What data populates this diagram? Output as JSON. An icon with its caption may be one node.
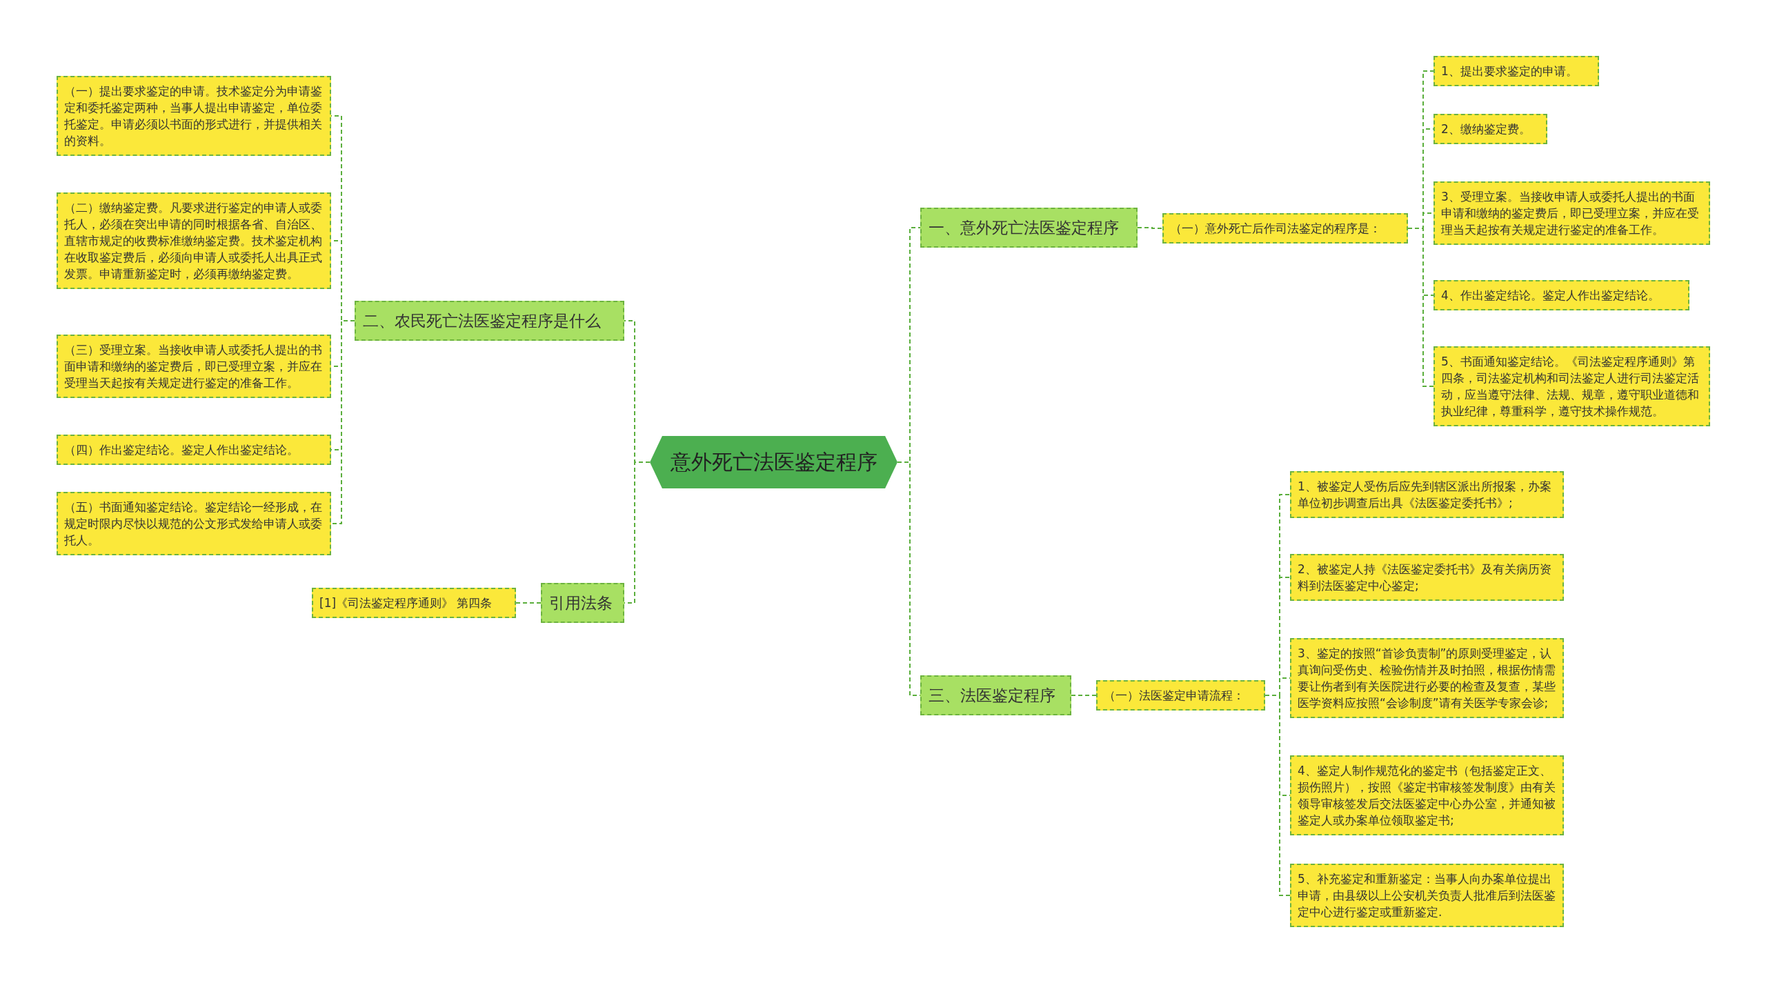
{
  "diagram": {
    "nodes": [
      {
        "text": [
          "意外死亡法医鉴定程序"
        ]
      },
      {
        "text": [
          "一、意外死亡法医鉴定程序"
        ]
      },
      {
        "text": [
          "（一）意外死亡后作司法鉴定的程序是："
        ]
      },
      {
        "text": [
          "1、提出要求鉴定的申请。"
        ]
      },
      {
        "text": [
          "2、缴纳鉴定费。"
        ]
      },
      {
        "text": [
          "3、受理立案。当接收申请人或委托人提出的书面申请和缴纳的鉴定费后，即已受理立案，并应在受理当天起按有关规定进行鉴定的准备工作。"
        ]
      },
      {
        "text": [
          "4、作出鉴定结论。鉴定人作出鉴定结论。"
        ]
      },
      {
        "text": [
          "5、书面通知鉴定结论。《司法鉴定程序通则》第四条，司法鉴定机构和司法鉴定人进行司法鉴定活动，应当遵守法律、法规、规章，遵守职业道德和执业纪律，尊重科学，遵守技术操作规范。"
        ]
      },
      {
        "text": [
          "二、农民死亡法医鉴定程序是什么"
        ]
      },
      {
        "text": [
          "（一）提出要求鉴定的申请。技术鉴定分为申请鉴定和委托鉴定两种，当事人提出申请鉴定，单位委托鉴定。申请必须以书面的形式进行，并提供相关的资料。"
        ]
      },
      {
        "text": [
          "（二）缴纳鉴定费。凡要求进行鉴定的申请人或委托人，必须在突出申请的同时根据各省、自治区、直辖市规定的收费标准缴纳鉴定费。技术鉴定机构在收取鉴定费后，必须向申请人或委托人出具正式发票。申请重新鉴定时，必须再缴纳鉴定费。"
        ]
      },
      {
        "text": [
          "（三）受理立案。当接收申请人或委托人提出的书面申请和缴纳的鉴定费后，即已受理立案，并应在受理当天起按有关规定进行鉴定的准备工作。"
        ]
      },
      {
        "text": [
          "（四）作出鉴定结论。鉴定人作出鉴定结论。"
        ]
      },
      {
        "text": [
          "（五）书面通知鉴定结论。鉴定结论一经形成，在规定时限内尽快以规范的公文形式发给申请人或委托人。"
        ]
      },
      {
        "text": [
          "引用法条"
        ]
      },
      {
        "text": [
          "[1]《司法鉴定程序通则》 第四条"
        ]
      },
      {
        "text": [
          "三、法医鉴定程序"
        ]
      },
      {
        "text": [
          "（一）法医鉴定申请流程："
        ]
      },
      {
        "text": [
          "1、被鉴定人受伤后应先到辖区派出所报案，办案单位初步调查后出具《法医鉴定委托书》;"
        ]
      },
      {
        "text": [
          "2、被鉴定人持《法医鉴定委托书》及有关病历资料到法医鉴定中心鉴定;"
        ]
      },
      {
        "text": [
          "3、鉴定的按照“首诊负责制”的原则受理鉴定，认真询问受伤史、检验伤情并及时拍照，根据伤情需要让伤者到有关医院进行必要的检查及复查，某些医学资料应按照“会诊制度”请有关医学专家会诊;"
        ]
      },
      {
        "text": [
          "4、鉴定人制作规范化的鉴定书（包括鉴定正文、损伤照片），按照《鉴定书审核签发制度》由有关领导审核签发后交法医鉴定中心办公室，并通知被鉴定人或办案单位领取鉴定书;"
        ]
      },
      {
        "text": [
          "5、补充鉴定和重新鉴定：当事人向办案单位提出申请，由县级以上公安机关负责人批准后到法医鉴定中心进行鉴定或重新鉴定."
        ]
      }
    ],
    "edges": [
      {
        "from": 0,
        "to": 1,
        "arrow": "none"
      },
      {
        "from": 1,
        "to": 2,
        "arrow": "none"
      },
      {
        "from": 2,
        "to": 3,
        "arrow": "none"
      },
      {
        "from": 2,
        "to": 4,
        "arrow": "none"
      },
      {
        "from": 2,
        "to": 5,
        "arrow": "none"
      },
      {
        "from": 2,
        "to": 6,
        "arrow": "none"
      },
      {
        "from": 2,
        "to": 7,
        "arrow": "none"
      },
      {
        "from": 0,
        "to": 8,
        "arrow": "none"
      },
      {
        "from": 8,
        "to": 9,
        "arrow": "none"
      },
      {
        "from": 8,
        "to": 10,
        "arrow": "none"
      },
      {
        "from": 8,
        "to": 11,
        "arrow": "none"
      },
      {
        "from": 8,
        "to": 12,
        "arrow": "none"
      },
      {
        "from": 8,
        "to": 13,
        "arrow": "none"
      },
      {
        "from": 0,
        "to": 14,
        "arrow": "none"
      },
      {
        "from": 14,
        "to": 15,
        "arrow": "none"
      },
      {
        "from": 0,
        "to": 16,
        "arrow": "none"
      },
      {
        "from": 16,
        "to": 17,
        "arrow": "none"
      },
      {
        "from": 17,
        "to": 18,
        "arrow": "none"
      },
      {
        "from": 17,
        "to": 19,
        "arrow": "none"
      },
      {
        "from": 17,
        "to": 20,
        "arrow": "none"
      },
      {
        "from": 17,
        "to": 21,
        "arrow": "none"
      },
      {
        "from": 17,
        "to": 22,
        "arrow": "none"
      }
    ]
  }
}
